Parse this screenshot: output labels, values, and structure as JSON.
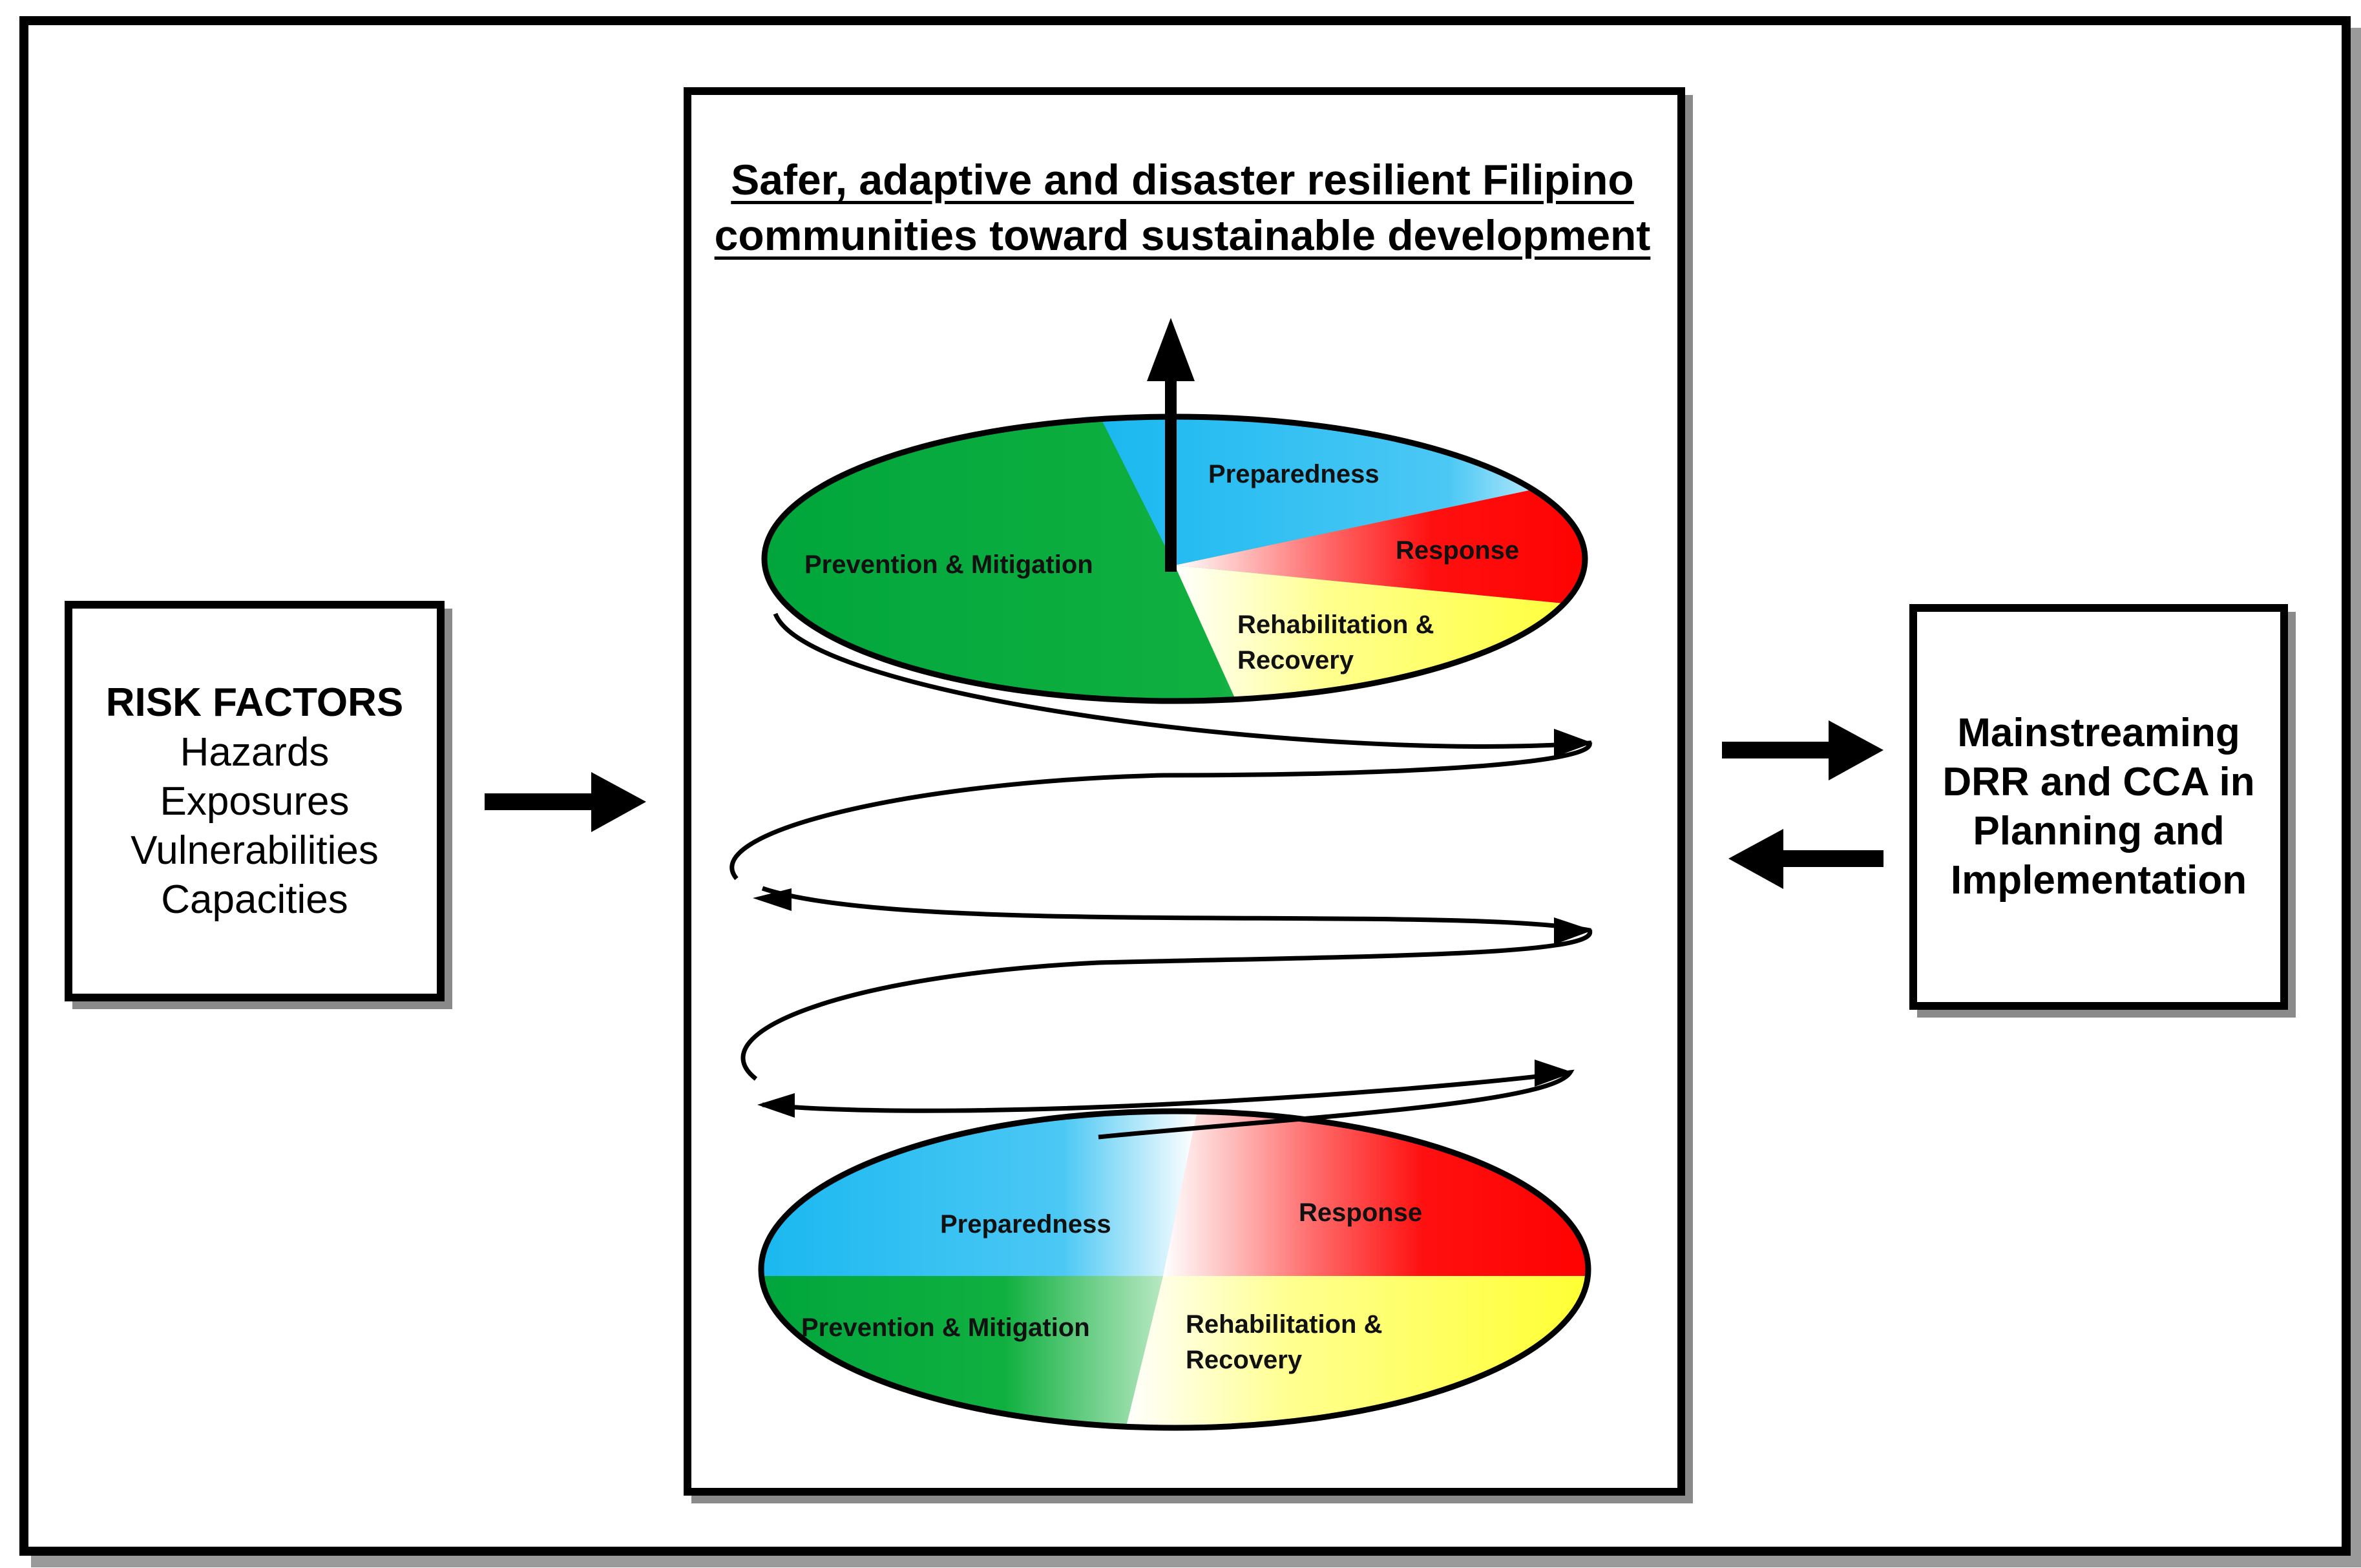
{
  "risk_factors": {
    "title": "RISK FACTORS",
    "items": [
      "Hazards",
      "Exposures",
      "Vulnerabilities",
      "Capacities"
    ]
  },
  "goal": {
    "line1": "Safer, adaptive and disaster resilient Filipino",
    "line2": "communities toward sustainable development"
  },
  "top_cycle": {
    "preparedness": "Preparedness",
    "response": "Response",
    "rehab_line1": "Rehabilitation &",
    "rehab_line2": "Recovery",
    "prevention": "Prevention & Mitigation"
  },
  "bottom_cycle": {
    "preparedness": "Preparedness",
    "response": "Response",
    "rehab_line1": "Rehabilitation &",
    "rehab_line2": "Recovery",
    "prevention": "Prevention & Mitigation"
  },
  "mainstreaming": {
    "text": "Mainstreaming DRR and CCA in Planning and Implementation"
  },
  "colors": {
    "green": "#00a63c",
    "blue": "#19b8f0",
    "red": "#ff1010",
    "yellow": "#ffff40"
  }
}
